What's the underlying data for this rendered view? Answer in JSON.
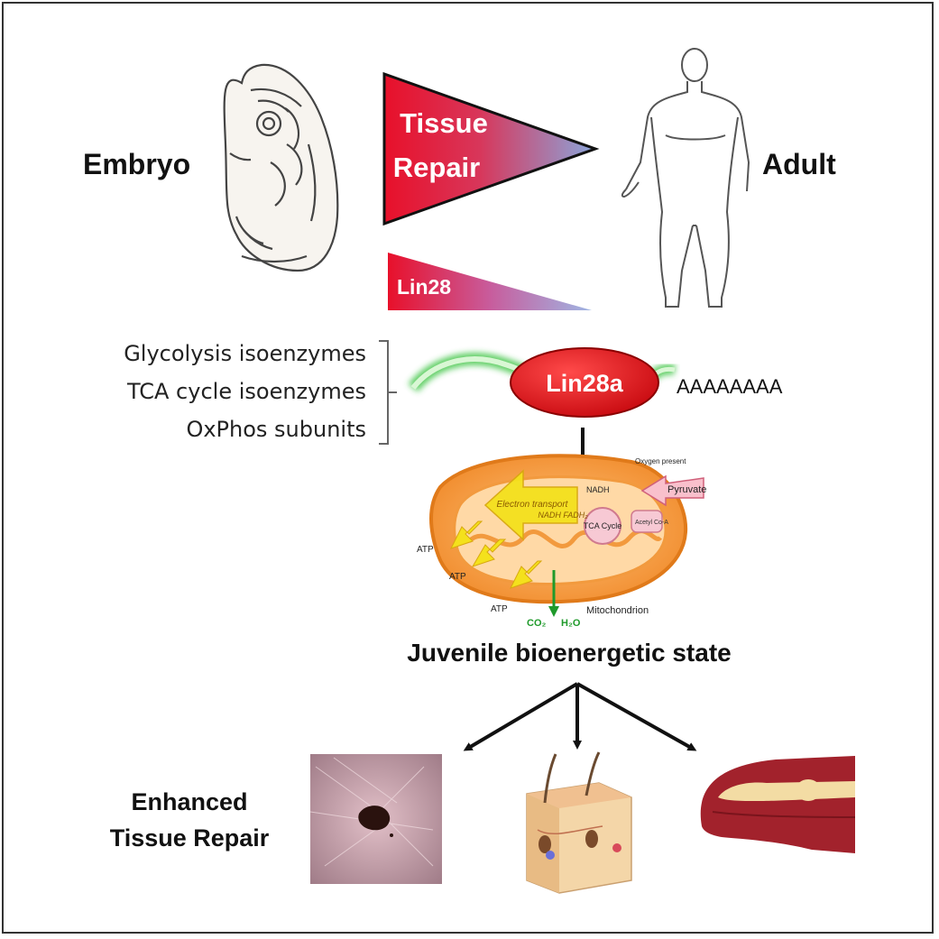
{
  "labels": {
    "embryo": "Embryo",
    "adult": "Adult",
    "tissue_repair_line1": "Tissue",
    "tissue_repair_line2": "Repair",
    "lin28": "Lin28",
    "lin28a": "Lin28a",
    "poly_a": "AAAAAAAA",
    "juvenile": "Juvenile bioenergetic state",
    "enhanced_line1": "Enhanced",
    "enhanced_line2": "Tissue Repair"
  },
  "targets": [
    "Glycolysis isoenzymes",
    "TCA cycle isoenzymes",
    "OxPhos subunits"
  ],
  "mito": {
    "oxygen_present": "Oxygen present",
    "pyruvate": "Pyruvate",
    "acetyl": "Acetyl Co-A",
    "tca": "TCA Cycle",
    "nadh": "NADH",
    "electron_transport": "Electron transport",
    "nadh_fadh": "NADH FADH₂",
    "atp": "ATP",
    "co2": "CO₂",
    "h2o": "H₂O",
    "mitochondrion": "Mitochondrion"
  },
  "colors": {
    "red": "#e8102a",
    "blue": "#8aa6dc",
    "green_glow": "#37c23d",
    "mito_orange": "#f5a24a",
    "arrow_yellow": "#f4e11c"
  }
}
